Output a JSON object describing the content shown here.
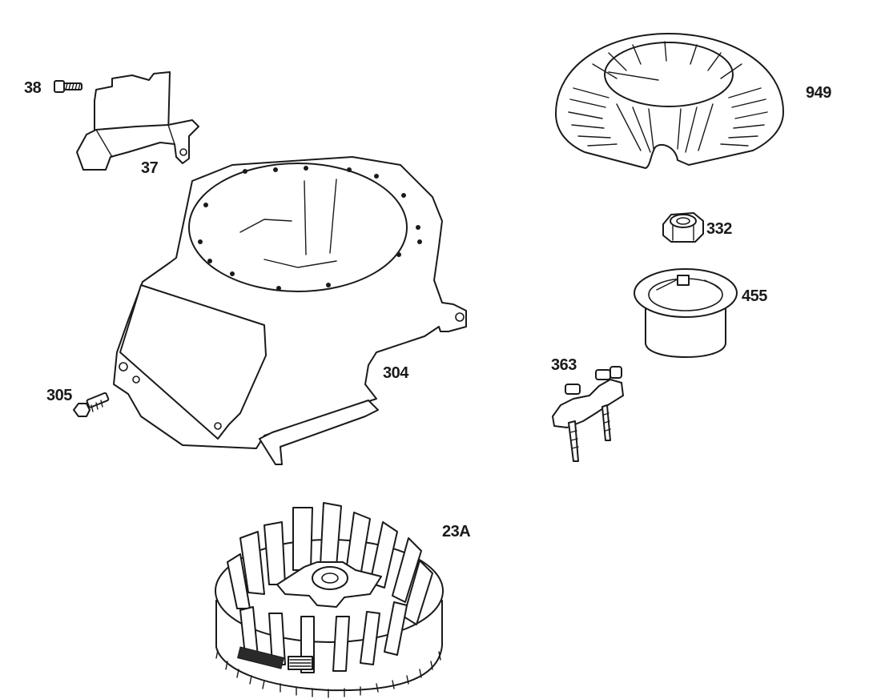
{
  "parts": [
    {
      "id": "p38",
      "label": "38",
      "icon": "bolt-icon"
    },
    {
      "id": "p37",
      "label": "37",
      "icon": "air-guide-icon"
    },
    {
      "id": "p949",
      "label": "949",
      "icon": "rotating-screen-icon"
    },
    {
      "id": "p332",
      "label": "332",
      "icon": "hex-nut-icon"
    },
    {
      "id": "p455",
      "label": "455",
      "icon": "starter-cup-icon"
    },
    {
      "id": "p304",
      "label": "304",
      "icon": "blower-housing-icon"
    },
    {
      "id": "p305",
      "label": "305",
      "icon": "screw-icon"
    },
    {
      "id": "p363",
      "label": "363",
      "icon": "bracket-icon"
    },
    {
      "id": "p23A",
      "label": "23A",
      "icon": "flywheel-icon"
    }
  ],
  "colors": {
    "ink": "#1a1a1a",
    "paper": "#ffffff"
  }
}
